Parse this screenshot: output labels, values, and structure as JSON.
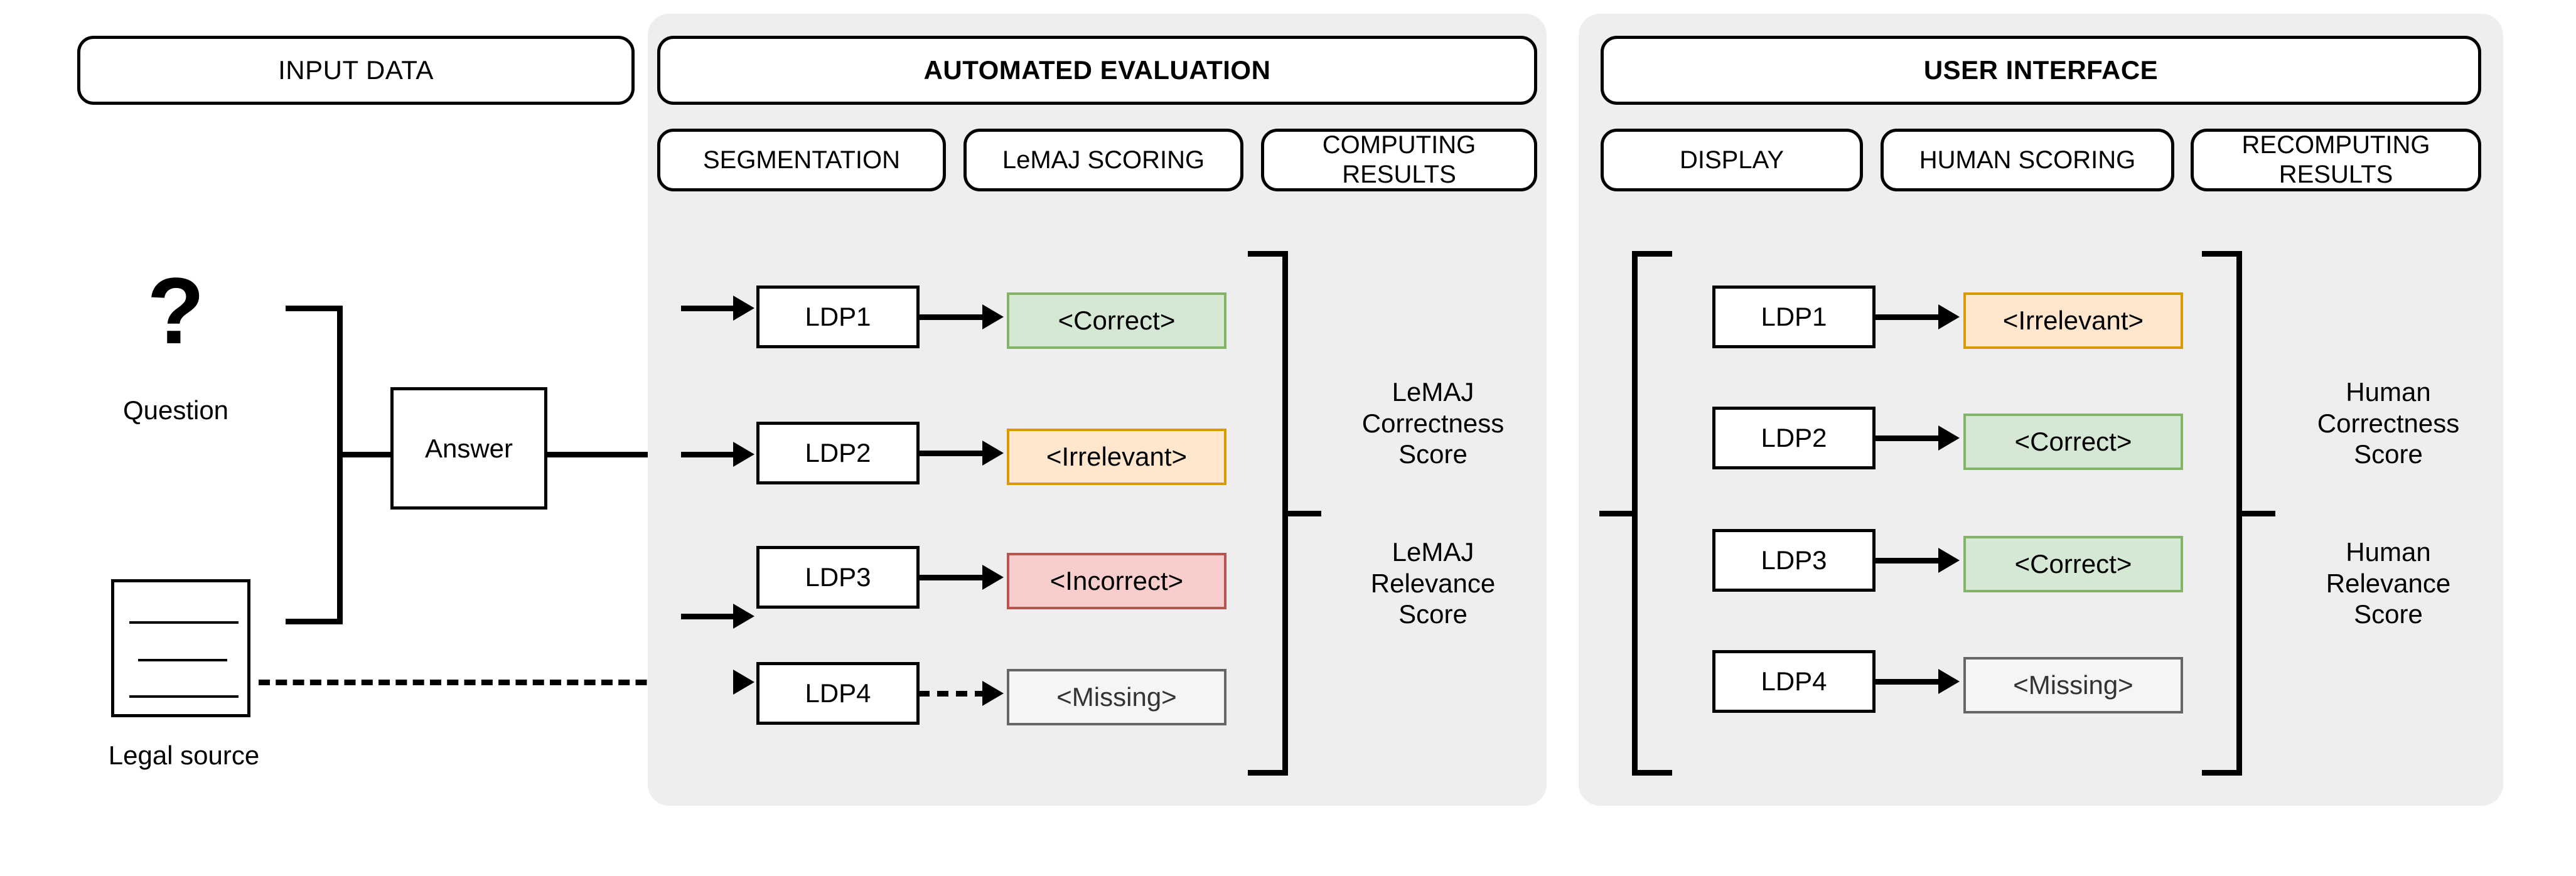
{
  "input_panel": {
    "header": "INPUT DATA",
    "question_icon": "question-mark-icon",
    "question_caption": "Question",
    "legal_source_icon": "document-icon",
    "legal_source_caption": "Legal source",
    "answer_box": "Answer"
  },
  "automated_panel": {
    "header": "AUTOMATED EVALUATION",
    "stages": [
      "SEGMENTATION",
      "LeMAJ SCORING",
      "COMPUTING\nRESULTS"
    ],
    "segments": [
      {
        "name": "LDP1",
        "verdict": "<Correct>",
        "style": "correct",
        "dashed": false
      },
      {
        "name": "LDP2",
        "verdict": "<Irrelevant>",
        "style": "irrelevant",
        "dashed": false
      },
      {
        "name": "LDP3",
        "verdict": "<Incorrect>",
        "style": "incorrect",
        "dashed": false
      },
      {
        "name": "LDP4",
        "verdict": "<Missing>",
        "style": "missing",
        "dashed": true
      }
    ],
    "results": [
      "LeMAJ\nCorrectness\nScore",
      "LeMAJ\nRelevance\nScore"
    ]
  },
  "user_panel": {
    "header": "USER INTERFACE",
    "stages": [
      "DISPLAY",
      "HUMAN SCORING",
      "RECOMPUTING\nRESULTS"
    ],
    "segments": [
      {
        "name": "LDP1",
        "verdict": "<Irrelevant>",
        "style": "irrelevant",
        "dashed": false
      },
      {
        "name": "LDP2",
        "verdict": "<Correct>",
        "style": "correct",
        "dashed": false
      },
      {
        "name": "LDP3",
        "verdict": "<Correct>",
        "style": "correct",
        "dashed": false
      },
      {
        "name": "LDP4",
        "verdict": "<Missing>",
        "style": "missing",
        "dashed": false
      }
    ],
    "results": [
      "Human\nCorrectness\nScore",
      "Human\nRelevance\nScore"
    ]
  },
  "colors": {
    "panel_bg": "#eeeeee",
    "correct_fill": "#d5e8d4",
    "correct_border": "#82b366",
    "irrelevant_fill": "#ffe6cc",
    "irrelevant_border": "#d79b00",
    "incorrect_fill": "#f8cecc",
    "incorrect_border": "#b85450",
    "missing_fill": "#f5f5f5",
    "missing_border": "#666666",
    "missing_text": "#333333",
    "stroke": "#000000"
  }
}
